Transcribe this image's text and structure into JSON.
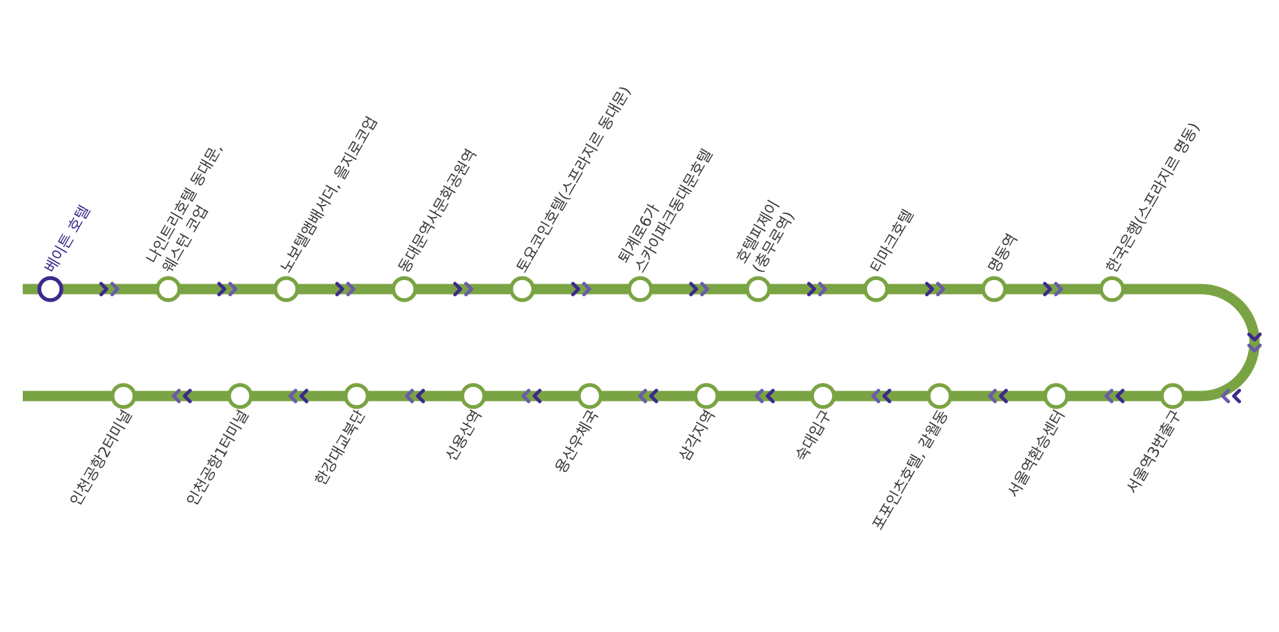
{
  "colors": {
    "line": "#7aa443",
    "station_fill": "#ffffff",
    "current_station": "#3d2a8c",
    "arrow_dark": "#3d2a8c",
    "arrow_light": "#6a5ca8",
    "label_text": "#3a3a3a"
  },
  "route": {
    "direction_arrow_icon": "double-chevron-icon",
    "top_row": [
      {
        "label": [
          "베이튼 호텔"
        ],
        "current": true
      },
      {
        "label": [
          "나인트리호텔 동대문,",
          "웨스턴 코업"
        ],
        "current": false
      },
      {
        "label": [
          "노보텔앰배서더, 을지로코업"
        ],
        "current": false
      },
      {
        "label": [
          "동대문역사문화공원역"
        ],
        "current": false
      },
      {
        "label": [
          "토요코인호텔(스프라지르 동대문)"
        ],
        "current": false
      },
      {
        "label": [
          "퇴계로6가",
          "스카이파크동대문호텔"
        ],
        "current": false
      },
      {
        "label": [
          "호텔피제이",
          "(충무로역)"
        ],
        "current": false
      },
      {
        "label": [
          "티마크호텔"
        ],
        "current": false
      },
      {
        "label": [
          "명동역"
        ],
        "current": false
      },
      {
        "label": [
          "한국은행(스프라지르 명동)"
        ],
        "current": false
      }
    ],
    "bottom_row": [
      {
        "label": [
          "인천공항2터미널"
        ]
      },
      {
        "label": [
          "인천공항1터미널"
        ]
      },
      {
        "label": [
          "한강대교북단"
        ]
      },
      {
        "label": [
          "신용산역"
        ]
      },
      {
        "label": [
          "용산우체국"
        ]
      },
      {
        "label": [
          "삼각지역"
        ]
      },
      {
        "label": [
          "숙대입구"
        ]
      },
      {
        "label": [
          "포포인츠호텔, 갈월동"
        ]
      },
      {
        "label": [
          "서울역환승센터"
        ]
      },
      {
        "label": [
          "서울역3번출구"
        ]
      }
    ]
  }
}
